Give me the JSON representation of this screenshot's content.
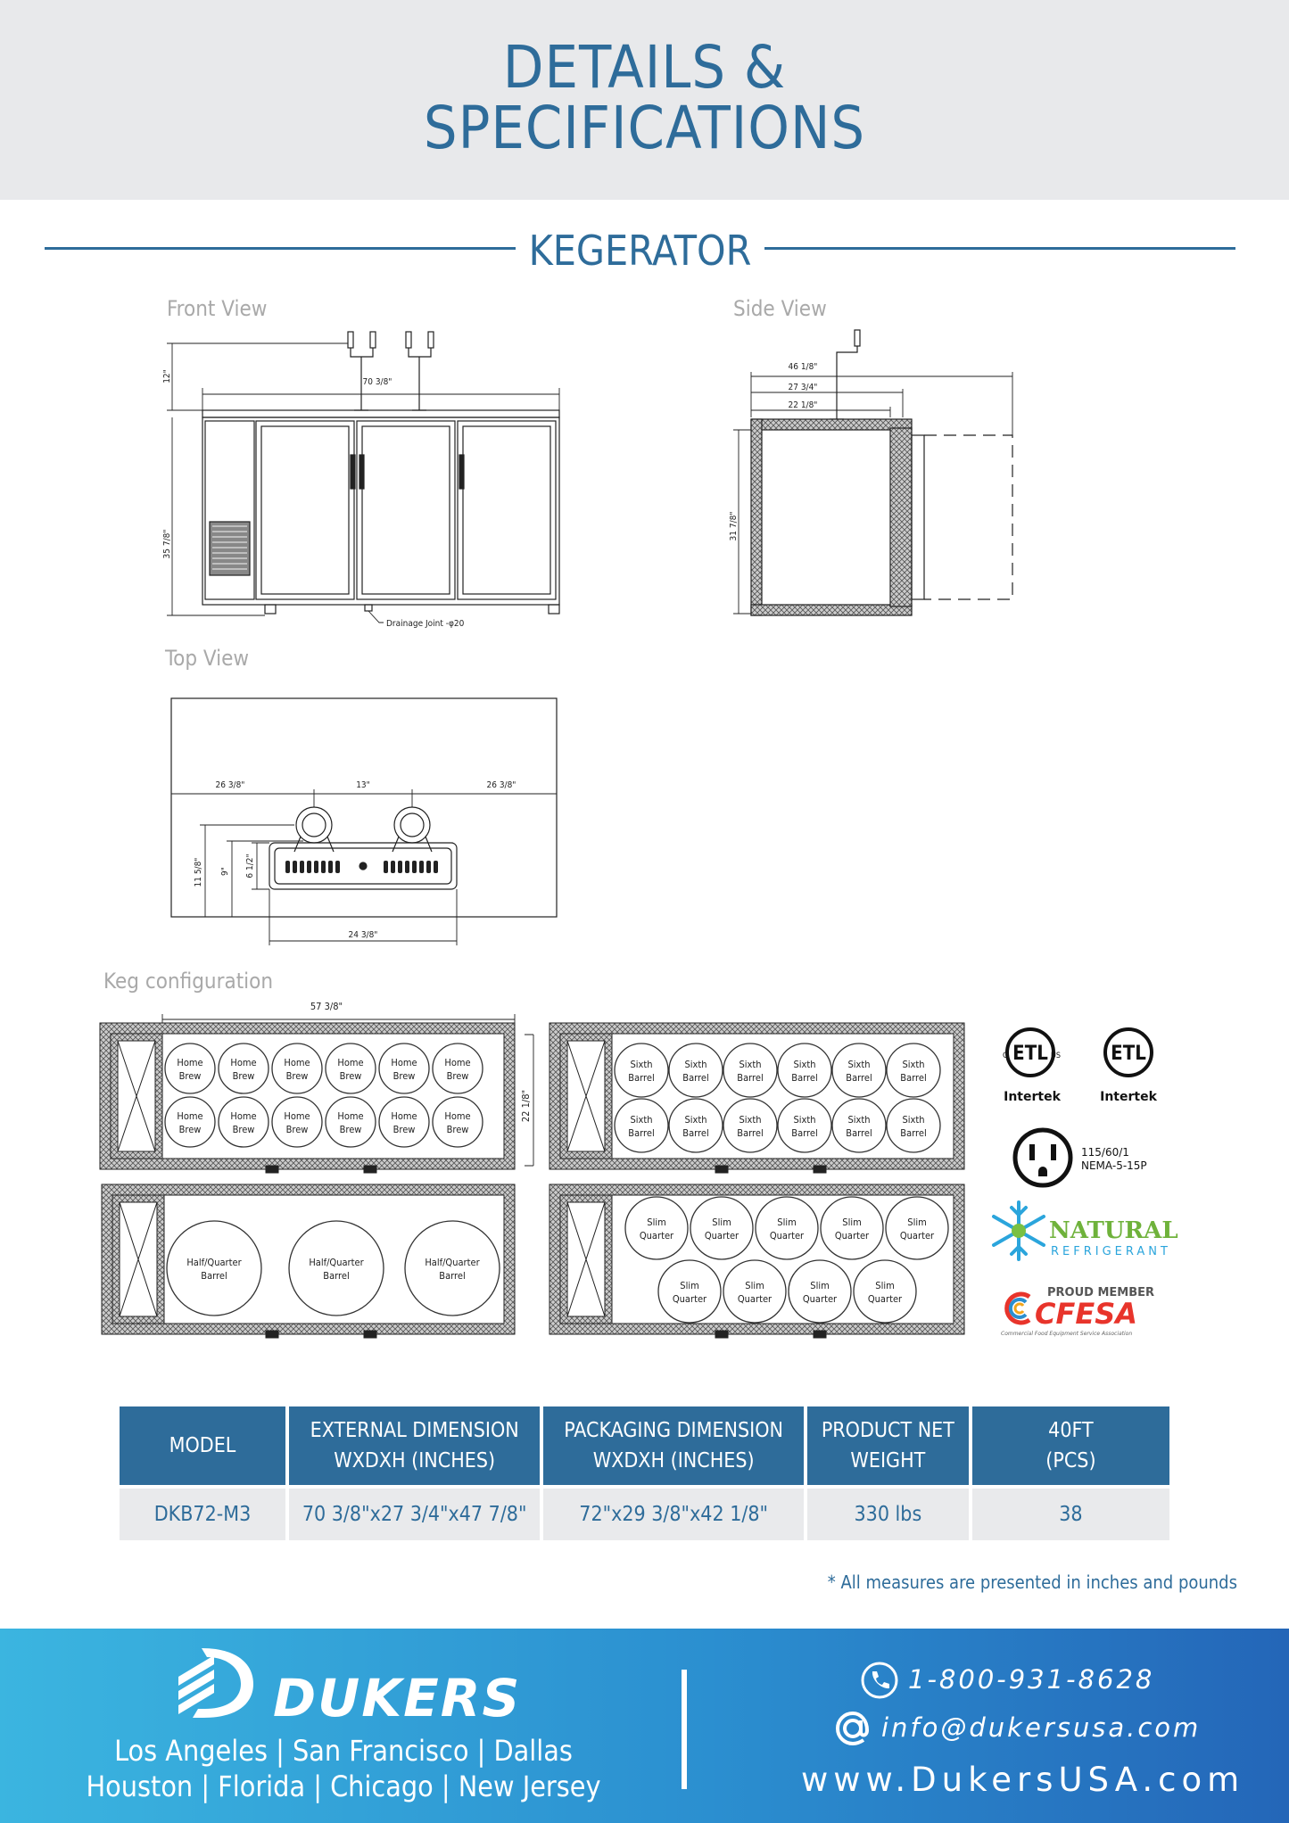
{
  "header": {
    "title_line1": "DETAILS &",
    "title_line2": "SPECIFICATIONS"
  },
  "section": {
    "title": "KEGERATOR"
  },
  "views": {
    "front": {
      "label": "Front View",
      "dims": {
        "width": "70 3/8\"",
        "tower": "12\"",
        "height": "35 7/8\"",
        "drain": "Drainage Joint -φ20"
      }
    },
    "side": {
      "label": "Side View",
      "dims": {
        "d1": "46 1/8\"",
        "d2": "27 3/4\"",
        "d3": "22 1/8\"",
        "height": "31 7/8\""
      }
    },
    "top": {
      "label": "Top View",
      "dims": {
        "left": "26 3/8\"",
        "center": "13\"",
        "right": "26 3/8\"",
        "depth": "11 5/8\"",
        "tower": "9\"",
        "tray": "6 1/2\"",
        "tray_width": "24 3/8\""
      }
    },
    "keg": {
      "label": "Keg configuration",
      "dims": {
        "width": "57 3/8\"",
        "depth": "22 1/8\""
      },
      "home_brew": {
        "line1": "Home",
        "line2": "Brew"
      },
      "sixth": {
        "line1": "Sixth",
        "line2": "Barrel"
      },
      "half": {
        "line1": "Half/Quarter",
        "line2": "Barrel"
      },
      "slim": {
        "line1": "Slim",
        "line2": "Quarter"
      }
    }
  },
  "certs": {
    "etl1": "Intertek",
    "etl2": "Intertek",
    "plug_line1": "115/60/1",
    "plug_line2": "NEMA-5-15P",
    "natural": "NATURAL",
    "refrigerant": "REFRIGERANT",
    "cfesa_top": "PROUD MEMBER",
    "cfesa": "CFESA",
    "cfesa_sub": "Commercial Food Equipment Service Association"
  },
  "table": {
    "headers": [
      {
        "line1": "MODEL",
        "line2": ""
      },
      {
        "line1": "EXTERNAL DIMENSION",
        "line2": "WXDXH (INCHES)"
      },
      {
        "line1": "PACKAGING DIMENSION",
        "line2": "WXDXH (INCHES)"
      },
      {
        "line1": "PRODUCT NET",
        "line2": "WEIGHT"
      },
      {
        "line1": "40FT",
        "line2": "(PCS)"
      }
    ],
    "row": [
      "DKB72-M3",
      "70 3/8\"x27 3/4\"x47 7/8\"",
      "72\"x29 3/8\"x42 1/8\"",
      "330 lbs",
      "38"
    ]
  },
  "note": "* All measures are presented in inches and pounds",
  "footer": {
    "brand": "DUKERS",
    "cities_line1": "Los Angeles | San Francisco | Dallas",
    "cities_line2": "Houston | Florida | Chicago | New Jersey",
    "phone": "1-800-931-8628",
    "email": "info@dukersusa.com",
    "website": "www.DukersUSA.com"
  },
  "colors": {
    "brand_blue": "#2e6c9a",
    "table_cell": "#e9eaec",
    "header_bg": "#e8e9eb"
  }
}
